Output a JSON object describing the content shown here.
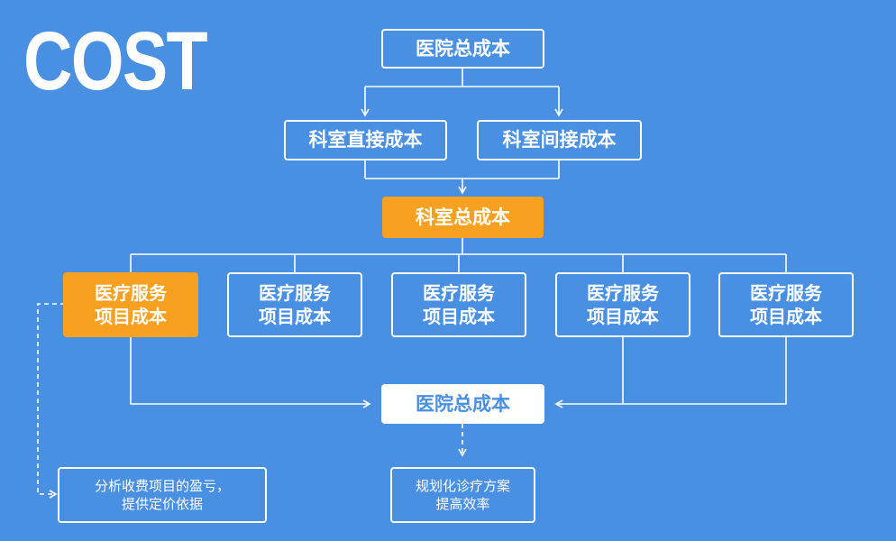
{
  "title": "COST",
  "nodes": {
    "hospital_total_top": "医院总成本",
    "dept_direct": "科室直接成本",
    "dept_indirect": "科室间接成本",
    "dept_total": "科室总成本",
    "service_items": [
      {
        "line1": "医疗服务",
        "line2": "项目成本"
      },
      {
        "line1": "医疗服务",
        "line2": "项目成本"
      },
      {
        "line1": "医疗服务",
        "line2": "项目成本"
      },
      {
        "line1": "医疗服务",
        "line2": "项目成本"
      },
      {
        "line1": "医疗服务",
        "line2": "项目成本"
      }
    ],
    "hospital_total_bottom": "医院总成本",
    "note_left": {
      "line1": "分析收费项目的盈亏，",
      "line2": "提供定价依据"
    },
    "note_right": {
      "line1": "规划化诊疗方案",
      "line2": "提高效率"
    }
  },
  "colors": {
    "background": "#4a90e2",
    "highlight": "#f8a020",
    "line": "#ffffff"
  }
}
